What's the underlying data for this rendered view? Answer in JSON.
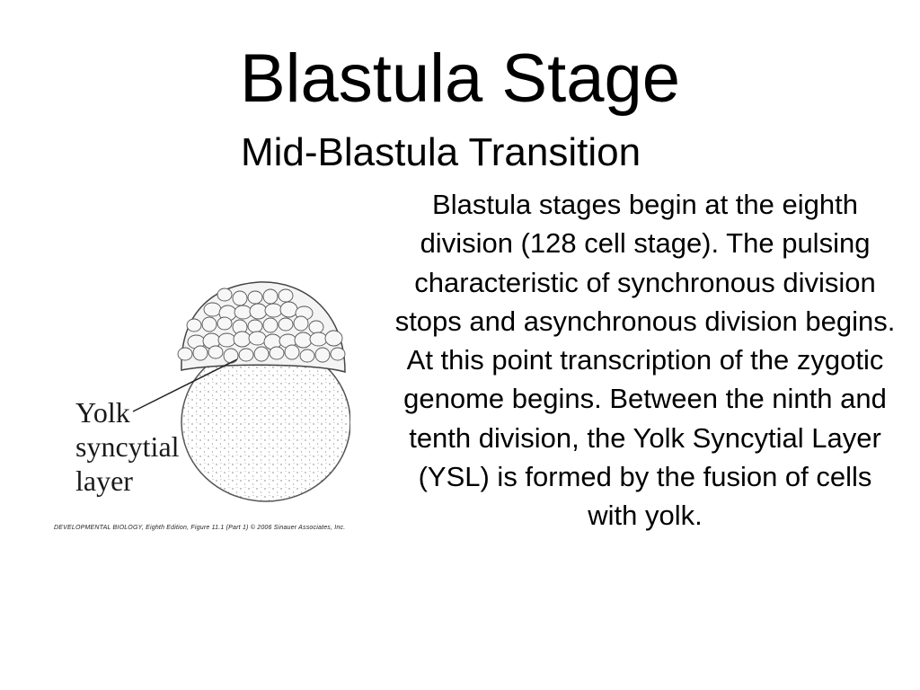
{
  "slide": {
    "title": "Blastula Stage",
    "subtitle": "Mid-Blastula Transition",
    "body": "Blastula stages begin at the eighth division (128 cell stage). The pulsing characteristic of synchronous division stops and asynchronous division begins.  At this point transcription of the zygotic genome begins.  Between the ninth and tenth division, the Yolk Syncytial Layer (YSL) is formed by the fusion of cells with yolk."
  },
  "figure": {
    "label_lines": [
      "Yolk",
      "syncytial",
      "layer"
    ],
    "caption": "DEVELOPMENTAL BIOLOGY, Eighth Edition, Figure 11.1 (Part 1) © 2006 Sinauer Associates, Inc."
  }
}
